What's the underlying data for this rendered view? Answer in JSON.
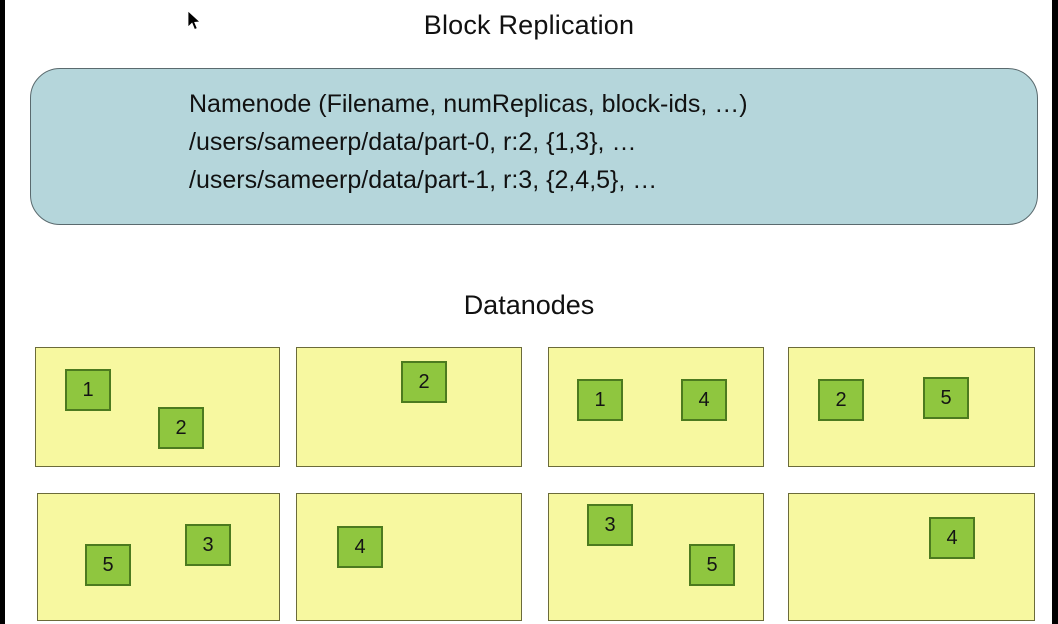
{
  "title": "Block Replication",
  "namenode": {
    "lines": [
      "Namenode (Filename, numReplicas, block-ids, …)",
      "/users/sameerp/data/part-0, r:2, {1,3}, …",
      "/users/sameerp/data/part-1, r:3, {2,4,5}, …"
    ]
  },
  "datanodes_label": "Datanodes",
  "datanodes": [
    {
      "blocks": [
        "1",
        "2"
      ]
    },
    {
      "blocks": [
        "2"
      ]
    },
    {
      "blocks": [
        "1",
        "4"
      ]
    },
    {
      "blocks": [
        "2",
        "5"
      ]
    },
    {
      "blocks": [
        "5",
        "3"
      ]
    },
    {
      "blocks": [
        "4"
      ]
    },
    {
      "blocks": [
        "3",
        "5"
      ]
    },
    {
      "blocks": [
        "4"
      ]
    }
  ],
  "icons": {
    "cursor": "mouse-pointer-icon"
  },
  "colors": {
    "namenode-fill": "#b5d6db",
    "namenode-border": "#5a6a6e",
    "datanode-fill": "#f7f8a0",
    "datanode-border": "#6b6b3a",
    "block-fill": "#8fc63f",
    "block-border": "#4c7a1f"
  }
}
